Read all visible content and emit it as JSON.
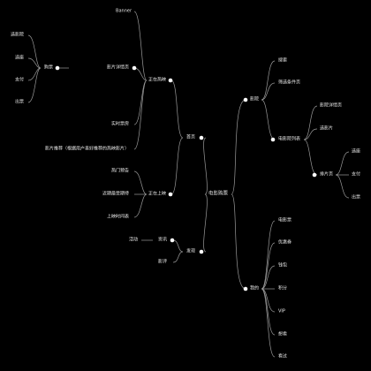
{
  "colors": {
    "background": "#000000",
    "line": "#9a9a9a",
    "text": "#e6e6e6",
    "dot": "#ffffff"
  },
  "root": {
    "label": "电影购票"
  },
  "left": {
    "home": {
      "label": "首页",
      "hot": {
        "label": "正在热映",
        "items": [
          "Banner",
          "实时票房",
          "影片推荐（根据用户喜好推荐的热映影片）"
        ],
        "detail": {
          "label": "影片详情页",
          "buy": {
            "label": "购票",
            "items": [
              "选影院",
              "选座",
              "支付",
              "出票"
            ]
          }
        }
      },
      "coming": {
        "label": "正在上映",
        "items": [
          "热门预告",
          "近期最受期待",
          "上映时间表"
        ]
      }
    },
    "discover": {
      "label": "发现",
      "info": {
        "label": "资讯",
        "items": [
          "活动"
        ]
      },
      "items": [
        "影评"
      ]
    }
  },
  "right": {
    "movies": {
      "label": "影院",
      "items": [
        "搜索",
        "筛选条件页"
      ],
      "list": {
        "label": "电影院列表",
        "items": [
          "影院详情页",
          "选影片"
        ],
        "schedule": {
          "label": "排片页",
          "items": [
            "选座",
            "支付",
            "出票"
          ]
        }
      }
    },
    "mine": {
      "label": "我的",
      "items": [
        "电影票",
        "优惠券",
        "钱包",
        "积分",
        "VIP",
        "想看",
        "看过"
      ]
    }
  }
}
